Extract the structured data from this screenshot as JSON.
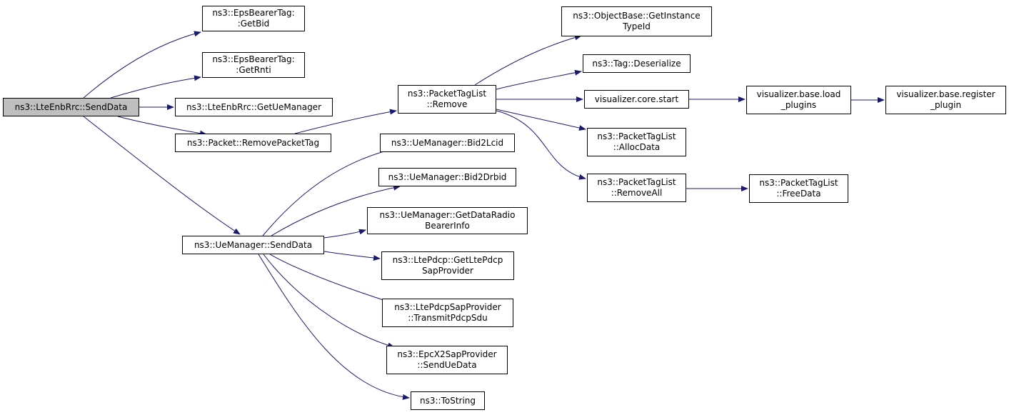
{
  "colors": {
    "edge": "#191970",
    "root_fill": "#bfbfbf",
    "node_fill": "#ffffff",
    "node_border": "#000000"
  },
  "nodes": {
    "lteenbrrc_senddata": {
      "lines": [
        "ns3::LteEnbRrc::SendData"
      ]
    },
    "getbid": {
      "lines": [
        "ns3::EpsBearerTag:",
        ":GetBid"
      ]
    },
    "getrnti": {
      "lines": [
        "ns3::EpsBearerTag:",
        ":GetRnti"
      ]
    },
    "getuemanager": {
      "lines": [
        "ns3::LteEnbRrc::GetUeManager"
      ]
    },
    "removepackettag": {
      "lines": [
        "ns3::Packet::RemovePacketTag"
      ]
    },
    "uemanager_senddata": {
      "lines": [
        "ns3::UeManager::SendData"
      ]
    },
    "packettaglist_remove": {
      "lines": [
        "ns3::PacketTagList",
        "::Remove"
      ]
    },
    "bid2lcid": {
      "lines": [
        "ns3::UeManager::Bid2Lcid"
      ]
    },
    "bid2drbid": {
      "lines": [
        "ns3::UeManager::Bid2Drbid"
      ]
    },
    "getdataradiobearerinfo": {
      "lines": [
        "ns3::UeManager::GetDataRadio",
        "BearerInfo"
      ]
    },
    "getltepdcpsapprovider": {
      "lines": [
        "ns3::LtePdcp::GetLtePdcp",
        "SapProvider"
      ]
    },
    "transmitpdcpsdu": {
      "lines": [
        "ns3::LtePdcpSapProvider",
        "::TransmitPdcpSdu"
      ]
    },
    "senduedata": {
      "lines": [
        "ns3::EpcX2SapProvider",
        "::SendUeData"
      ]
    },
    "tostring": {
      "lines": [
        "ns3::ToString"
      ]
    },
    "getinstancetypeid": {
      "lines": [
        "ns3::ObjectBase::GetInstance",
        "TypeId"
      ]
    },
    "tag_deserialize": {
      "lines": [
        "ns3::Tag::Deserialize"
      ]
    },
    "core_start": {
      "lines": [
        "visualizer.core.start"
      ]
    },
    "allocdata": {
      "lines": [
        "ns3::PacketTagList",
        "::AllocData"
      ]
    },
    "removeall": {
      "lines": [
        "ns3::PacketTagList",
        "::RemoveAll"
      ]
    },
    "load_plugins": {
      "lines": [
        "visualizer.base.load",
        "_plugins"
      ]
    },
    "register_plugin": {
      "lines": [
        "visualizer.base.register",
        "_plugin"
      ]
    },
    "freedata": {
      "lines": [
        "ns3::PacketTagList",
        "::FreeData"
      ]
    }
  },
  "edges": [
    {
      "from": "lteenbrrc_senddata",
      "to": "getbid"
    },
    {
      "from": "lteenbrrc_senddata",
      "to": "getrnti"
    },
    {
      "from": "lteenbrrc_senddata",
      "to": "getuemanager"
    },
    {
      "from": "lteenbrrc_senddata",
      "to": "removepackettag"
    },
    {
      "from": "lteenbrrc_senddata",
      "to": "uemanager_senddata"
    },
    {
      "from": "removepackettag",
      "to": "packettaglist_remove"
    },
    {
      "from": "uemanager_senddata",
      "to": "bid2lcid"
    },
    {
      "from": "uemanager_senddata",
      "to": "bid2drbid"
    },
    {
      "from": "uemanager_senddata",
      "to": "getdataradiobearerinfo"
    },
    {
      "from": "uemanager_senddata",
      "to": "getltepdcpsapprovider"
    },
    {
      "from": "uemanager_senddata",
      "to": "transmitpdcpsdu"
    },
    {
      "from": "uemanager_senddata",
      "to": "senduedata"
    },
    {
      "from": "uemanager_senddata",
      "to": "tostring"
    },
    {
      "from": "packettaglist_remove",
      "to": "getinstancetypeid"
    },
    {
      "from": "packettaglist_remove",
      "to": "tag_deserialize"
    },
    {
      "from": "packettaglist_remove",
      "to": "core_start"
    },
    {
      "from": "packettaglist_remove",
      "to": "allocdata"
    },
    {
      "from": "packettaglist_remove",
      "to": "removeall"
    },
    {
      "from": "core_start",
      "to": "load_plugins"
    },
    {
      "from": "load_plugins",
      "to": "register_plugin"
    },
    {
      "from": "removeall",
      "to": "freedata"
    }
  ]
}
